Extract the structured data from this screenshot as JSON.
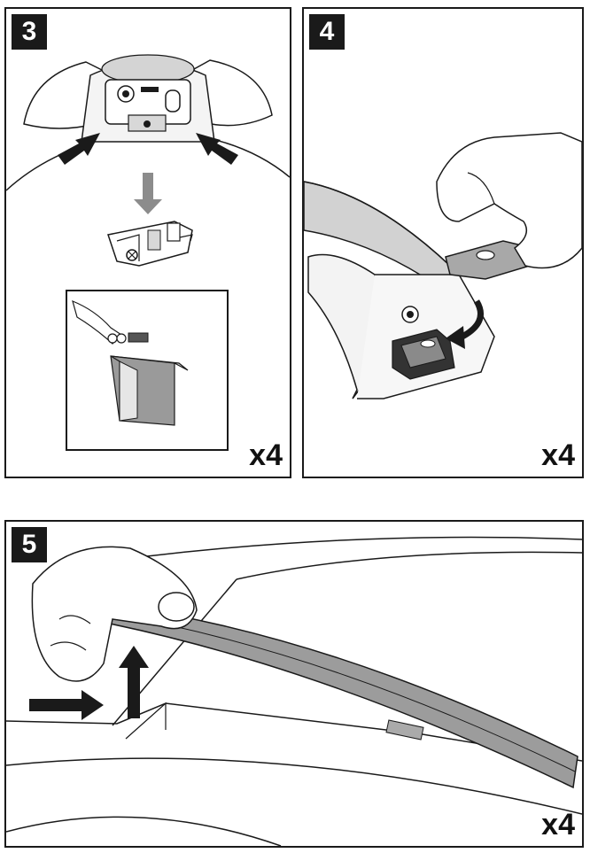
{
  "panels": [
    {
      "step": "3",
      "multiplier": "x4"
    },
    {
      "step": "4",
      "multiplier": "x4"
    },
    {
      "step": "5",
      "multiplier": "x4"
    }
  ],
  "colors": {
    "line": "#1a1a1a",
    "grey": "#8c8c8c",
    "light_grey": "#c9c9c9"
  }
}
